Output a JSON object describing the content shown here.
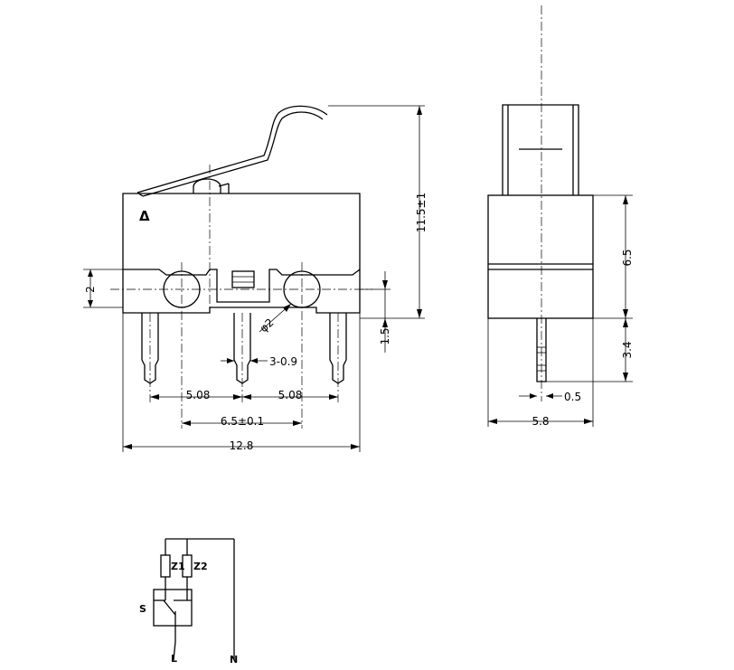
{
  "front_view": {
    "dims": {
      "height_total": "11.5±1",
      "pin_step": "2",
      "pin_length": "1.5",
      "pin_gap": "3-0.9",
      "pitch_left": "5.08",
      "pitch_right": "5.08",
      "hole_pitch": "6.5±0.1",
      "width": "12.8",
      "hole_dia": "φ2"
    },
    "mark": "Δ"
  },
  "side_view": {
    "dims": {
      "body_height": "6.5",
      "pin_length": "3.4",
      "pin_width": "0.5",
      "width": "5.8"
    }
  },
  "schematic": {
    "labels": {
      "z1": "Z1",
      "z2": "Z2",
      "s": "S",
      "l": "L",
      "n": "N"
    }
  }
}
